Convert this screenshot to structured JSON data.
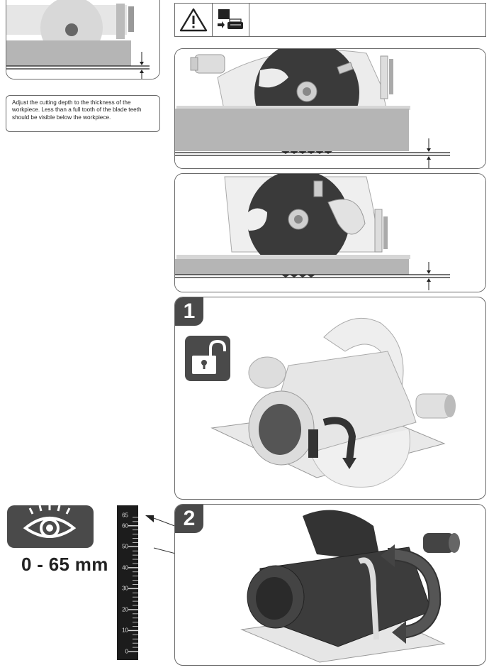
{
  "instruction": {
    "text": "Adjust the cutting depth to the thickness of the workpiece. Less than a full tooth of the blade teeth should be visible below the workpiece."
  },
  "header": {
    "icons": [
      "warning-triangle-icon",
      "read-manual-icon"
    ]
  },
  "steps": [
    {
      "number": "1",
      "icon": "unlock-padlock-icon"
    },
    {
      "number": "2",
      "icon": "eye-icon"
    }
  ],
  "depth": {
    "range_label": "0 - 65 mm",
    "scale_labels": [
      "65",
      "60",
      "50",
      "40",
      "30",
      "20",
      "10",
      "0"
    ]
  },
  "colors": {
    "panel_border": "#6a6a6a",
    "dark_badge": "#4a4a4a",
    "workpiece": "#b5b5b5",
    "blade": "#3a3a3a",
    "ruler": "#1c1c1c"
  }
}
